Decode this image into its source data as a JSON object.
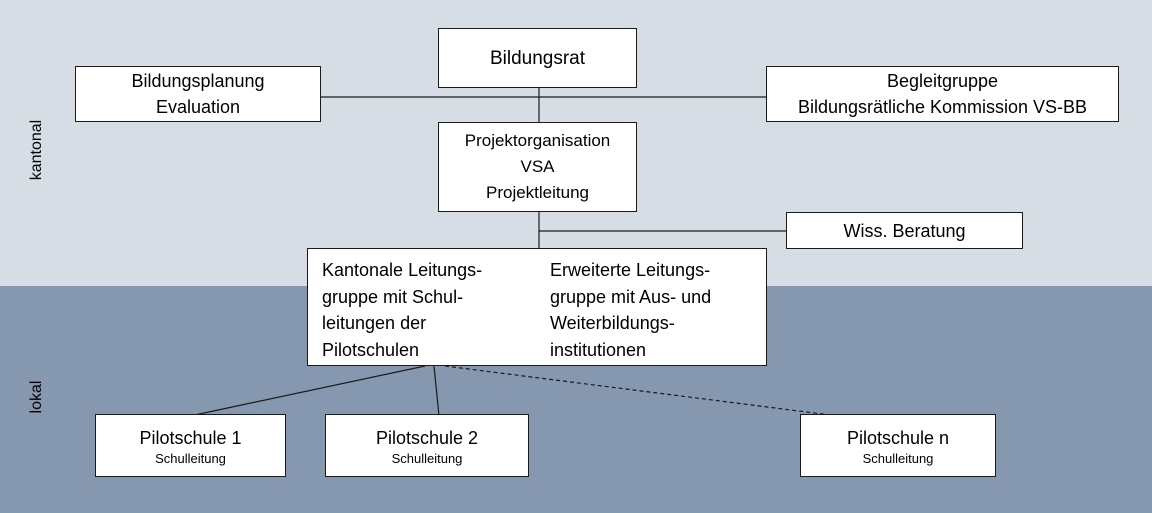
{
  "colors": {
    "top_band": "#d7dde5",
    "bottom_band": "#8598b0",
    "box_fill": "#ffffff",
    "line": "#1a1a1a"
  },
  "bands": {
    "top_label": "kantonal",
    "bottom_label": "lokal"
  },
  "boxes": {
    "bildungsrat": "Bildungsrat",
    "bildungsplanung": [
      "Bildungsplanung",
      "Evaluation"
    ],
    "begleitgruppe": [
      "Begleitgruppe",
      "Bildungsrätliche Kommission VS-BB"
    ],
    "projektorganisation": [
      "Projektorganisation",
      "VSA",
      "Projektleitung"
    ],
    "wiss_beratung": "Wiss. Beratung",
    "leitungsgruppe": {
      "left": [
        "Kantonale Leitungs-",
        "gruppe mit Schul-",
        "leitungen der",
        "Pilotschulen"
      ],
      "right": [
        "Erweiterte Leitungs-",
        "gruppe mit Aus- und",
        "Weiterbildungs-",
        "institutionen"
      ]
    },
    "pilotschulen": [
      {
        "name": "Pilotschule 1",
        "sub": "Schulleitung"
      },
      {
        "name": "Pilotschule 2",
        "sub": "Schulleitung"
      },
      {
        "name": "Pilotschule n",
        "sub": "Schulleitung"
      }
    ]
  }
}
